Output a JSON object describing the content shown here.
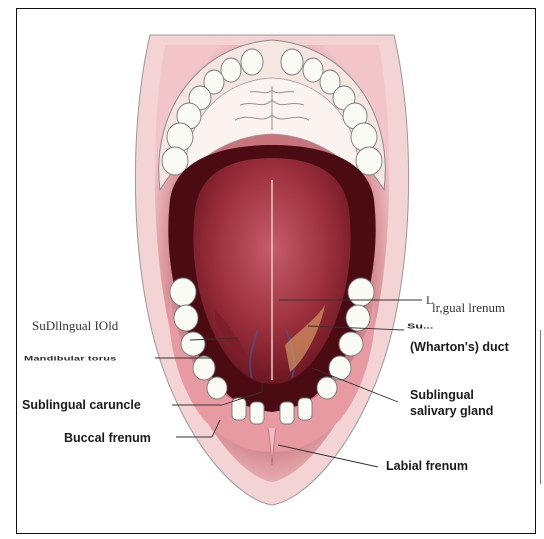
{
  "labels": {
    "lingual_frenum_marker": "L",
    "lingual_frenum": "lr,gual lrenum",
    "sublingual_fold": "SuDllngual IOld",
    "submandibular_cut": "Su...",
    "submandibular_duct": "(Wharton's) duct",
    "mandibular_torus": "Mandibular torus",
    "sublingual_caruncle": "Sublingual caruncle",
    "sublingual_gland_line1": "Sublingual",
    "sublingual_gland_line2": "salivary gland",
    "buccal_frenum": "Buccal frenum",
    "labial_frenum": "Labial frenum"
  },
  "colors": {
    "lip": "#e4a8ad",
    "lip_edge": "#c9737c",
    "cavity": "#4a0c12",
    "tongue": "#9c2f3c",
    "tongue_light": "#c25a66",
    "palate": "#fbf3ef",
    "tooth": "#fbfbf6",
    "gum": "#e89aa3"
  }
}
